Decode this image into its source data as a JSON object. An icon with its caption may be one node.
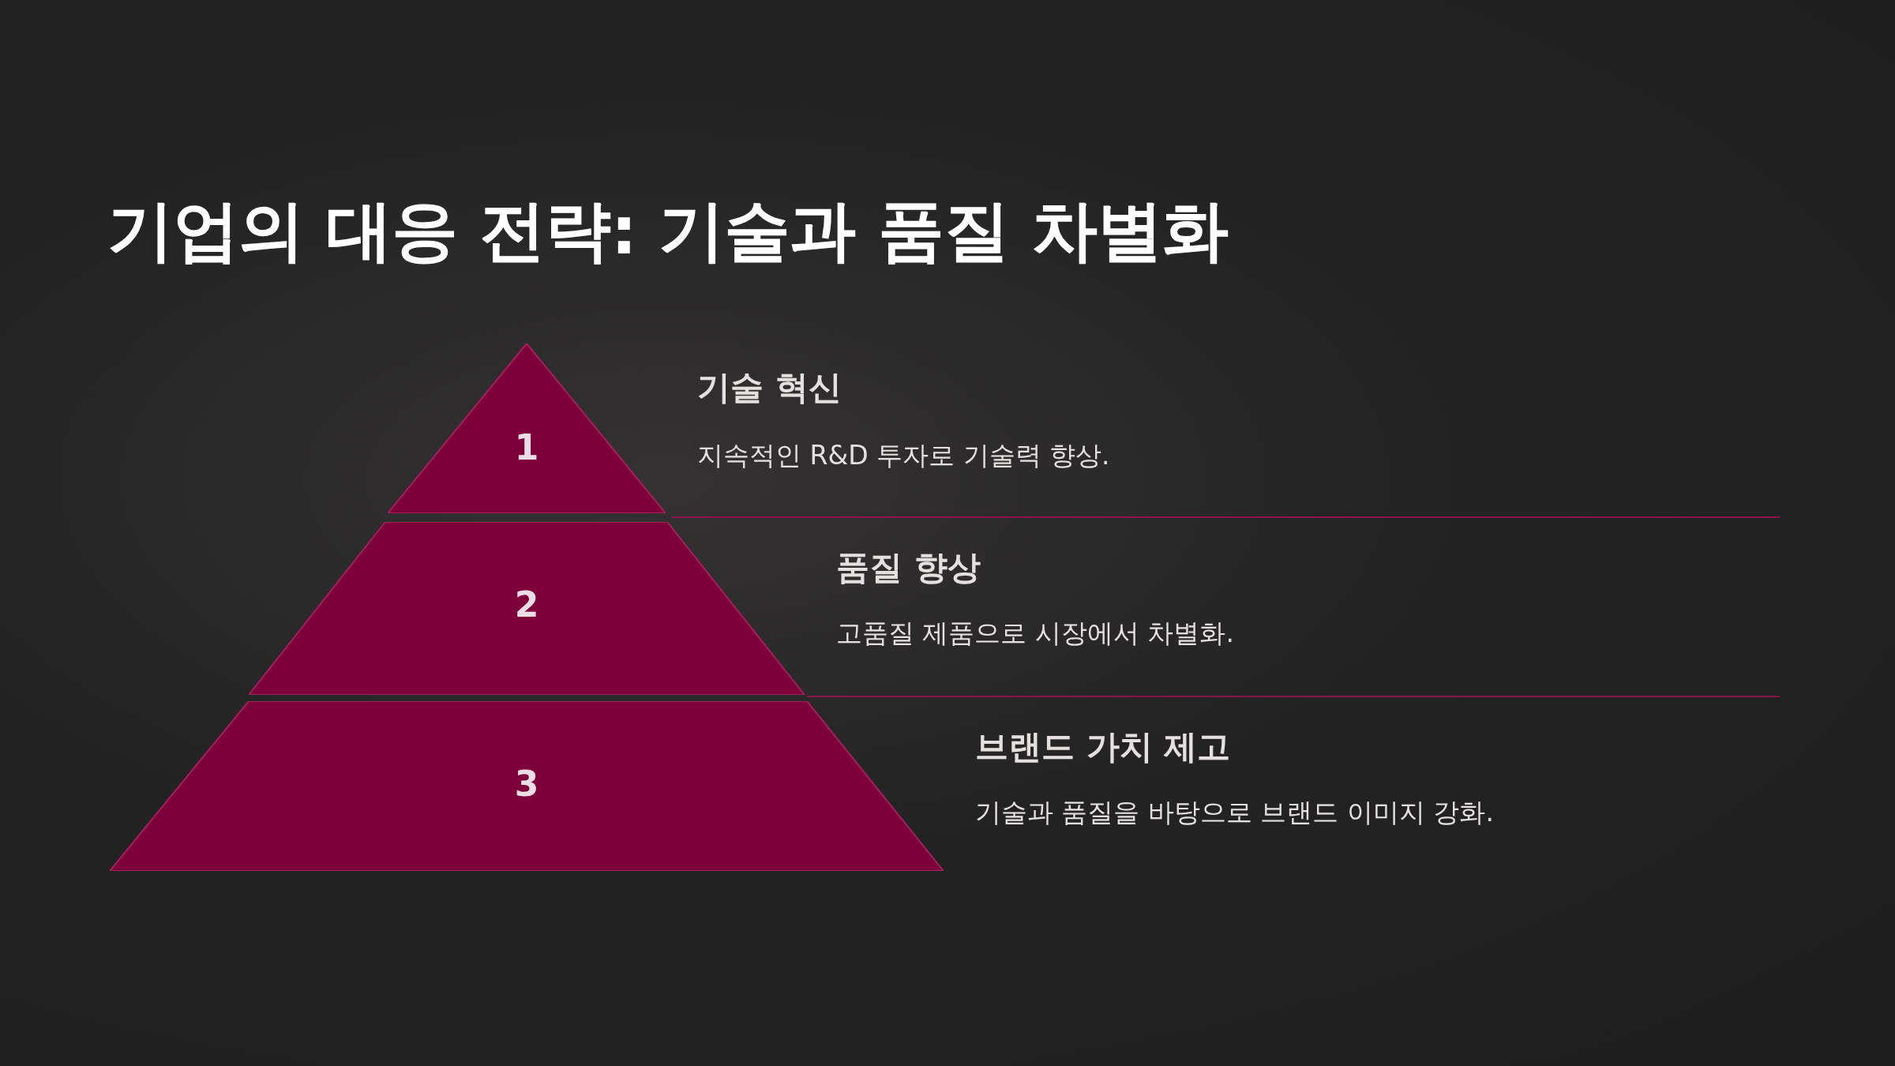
{
  "diagram": {
    "title": "기업의 대응 전략: 기술과 품질 차별화",
    "nodes": [
      {
        "text": [
          "1"
        ],
        "beside": [
          "기술 혁신",
          "지속적인 R&D 투자로 기술력 향상."
        ]
      },
      {
        "text": [
          "2"
        ],
        "beside": [
          "품질 향상",
          "고품질 제품으로 시장에서 차별화."
        ]
      },
      {
        "text": [
          "3"
        ],
        "beside": [
          "브랜드 가치 제고",
          "기술과 품질을 바탕으로 브랜드 이미지 강화."
        ]
      }
    ]
  }
}
